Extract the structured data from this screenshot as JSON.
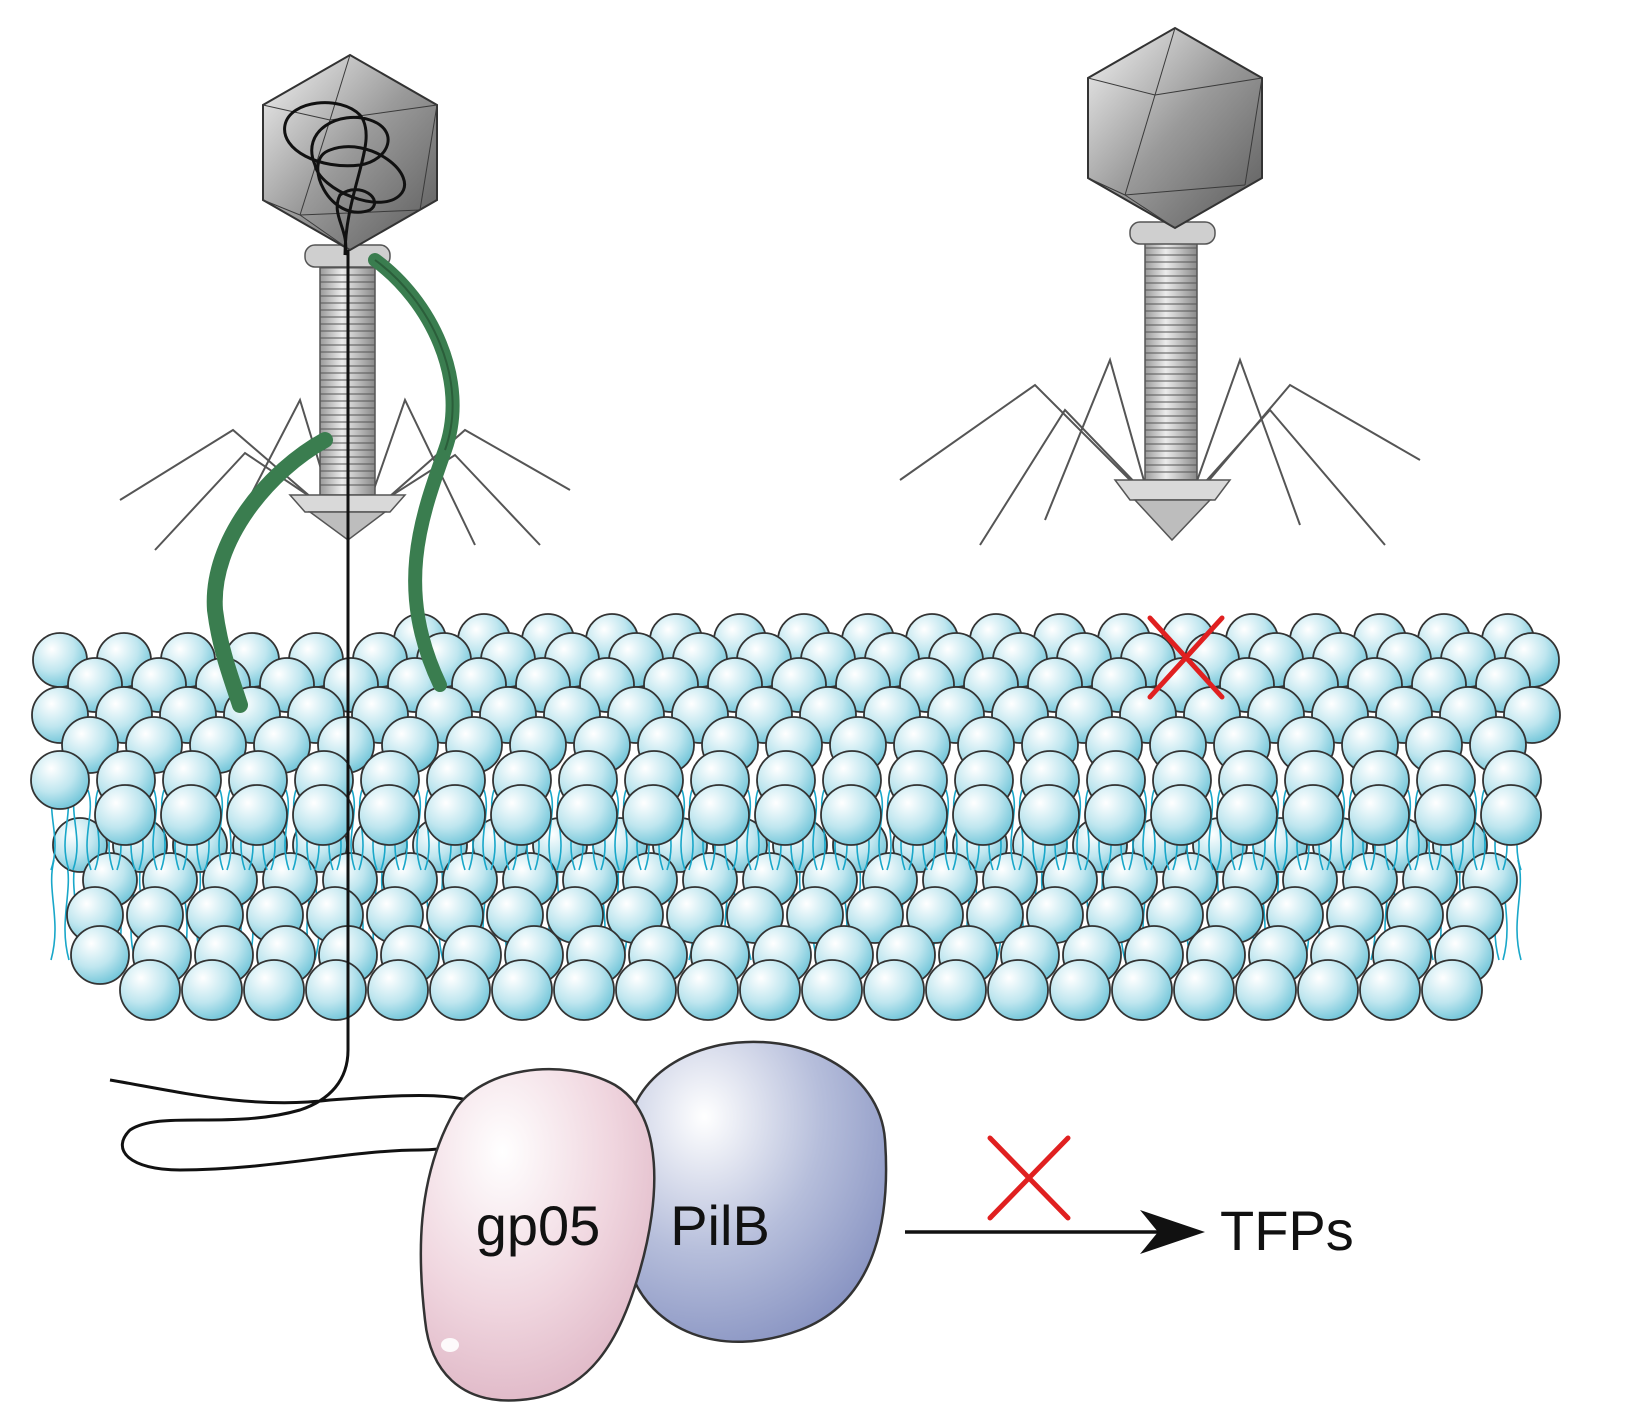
{
  "labels": {
    "protein_a": "gp05",
    "protein_b": "PilB",
    "product": "TFPs"
  },
  "colors": {
    "head_circle_light": "#ffffff",
    "head_circle_dark": "#6fc4d8",
    "tail_lipid": "#19a7c9",
    "tail_fiber": "#3a7d4f",
    "dna": "#111111",
    "phage_gray": "#8a8a8a",
    "gp05_fill": "#ecc9d5",
    "pilb_fill": "#9fa8cc",
    "block_mark": "#e02020",
    "arrow": "#111111"
  },
  "icons": [
    "phage-injecting-icon",
    "phage-blocked-icon",
    "membrane-bilayer",
    "block-x-icon"
  ]
}
